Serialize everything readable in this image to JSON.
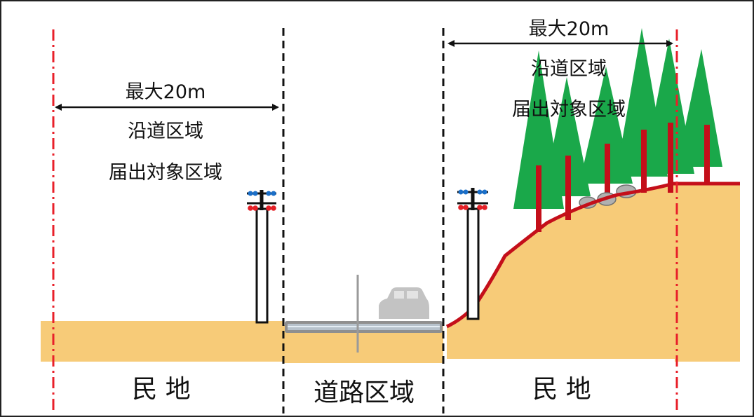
{
  "left_zone": {
    "max_width": "最大20m",
    "zone_name": "沿道区域",
    "notice_area": "届出対象区域",
    "land_label": "民 地"
  },
  "road": {
    "label": "道路区域"
  },
  "right_zone": {
    "max_width": "最大20m",
    "zone_name": "沿道区域",
    "notice_area": "届出対象区域",
    "land_label": "民 地"
  },
  "colors": {
    "ground": "#f7cb78",
    "boundary_red": "#e8202a",
    "boundary_black": "#111111",
    "tree_green": "#1aa84a",
    "trunk_red": "#c40f1a",
    "slope_line": "#c40f1a",
    "road_surface": "#b7c2cc",
    "car_gray": "#c3c3c3",
    "insulator_red": "#e41f26",
    "insulator_blue": "#1a6fc9"
  }
}
